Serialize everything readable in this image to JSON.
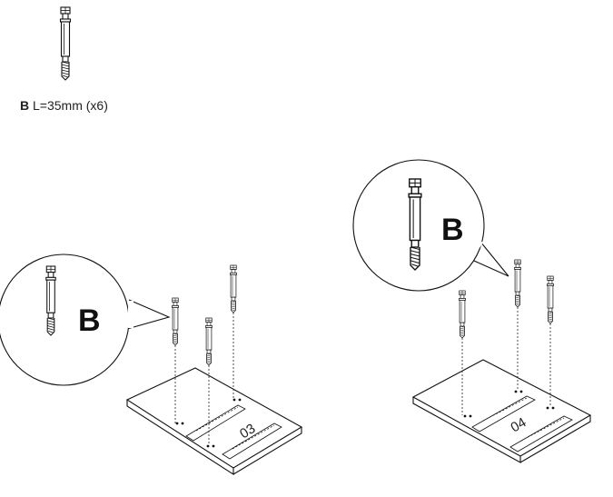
{
  "part": {
    "letter": "B",
    "spec": "L=35mm (x6)"
  },
  "steps": [
    {
      "callout_letter": "B",
      "panel_number": "03"
    },
    {
      "callout_letter": "B",
      "panel_number": "04"
    }
  ],
  "icons": [
    "cam-bolt-icon",
    "magnifier-callout-icon",
    "panel-icon"
  ]
}
